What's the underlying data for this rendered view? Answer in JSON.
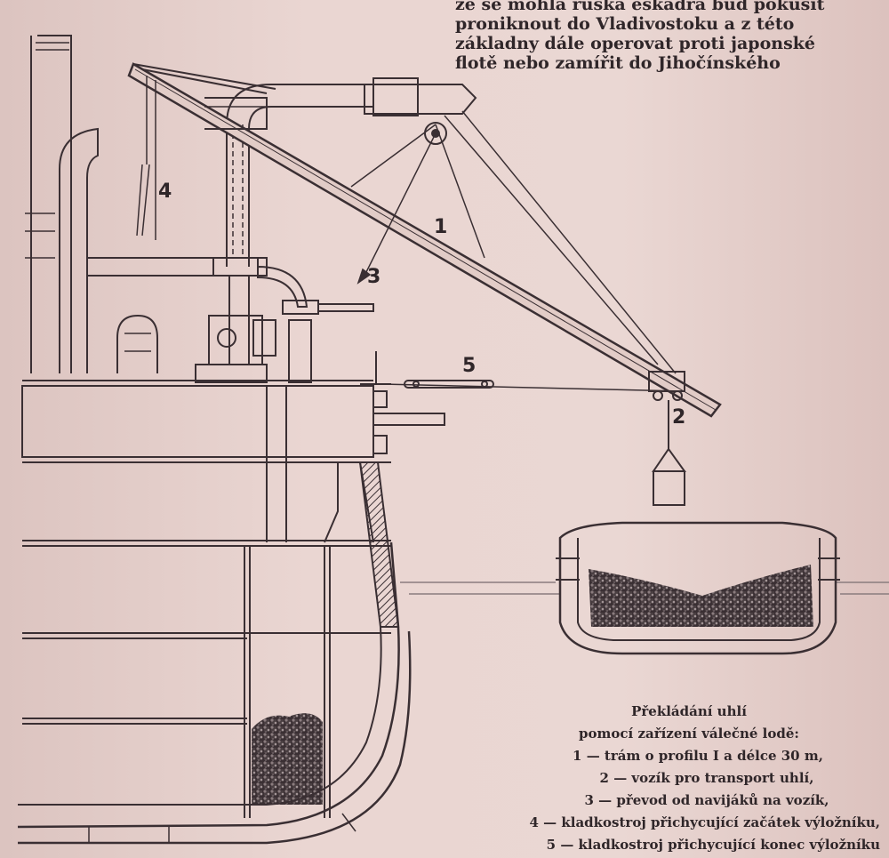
{
  "top_text": [
    "že se mohla ruská eskadra buď pokusit",
    "proniknout do Vladivostoku a z této",
    "základny dále operovat proti japonské",
    "flotě nebo zamířit do Jihočínského"
  ],
  "labels": {
    "n1": "1",
    "n2": "2",
    "n3": "3",
    "n4": "4",
    "n5": "5"
  },
  "caption": {
    "title_line1": "Překládání uhlí",
    "title_line2": "pomocí zařízení válečné lodě:",
    "items": [
      "1 — trám o profilu I a délce 30 m,",
      "2 — vozík pro transport uhlí,",
      "3 — převod od navijáků na vozík,",
      "4 — kladkostroj přichycující začátek výložníku,",
      "5 — kladkostroj přichycující konec výložníku"
    ]
  },
  "colors": {
    "paper": "#e6cfca",
    "ink": "#3a2f33"
  }
}
